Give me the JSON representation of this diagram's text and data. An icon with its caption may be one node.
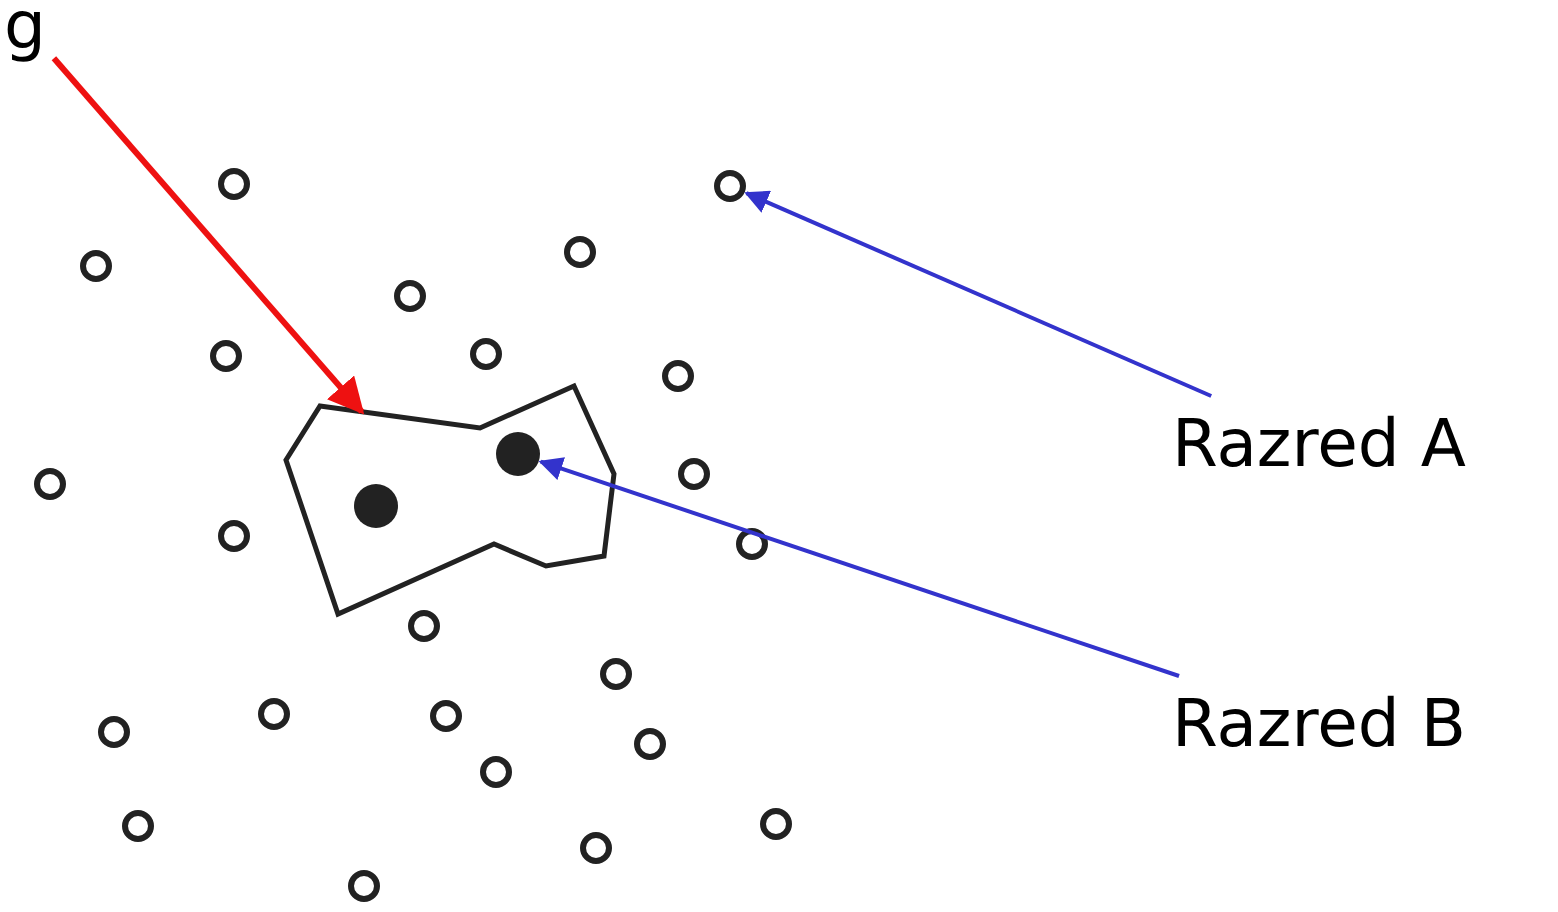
{
  "diagram": {
    "nodes": [
      {
        "text": [
          "g"
        ]
      },
      {
        "text": [],
        "shape": "polygon"
      },
      {
        "text": [
          "Razred A"
        ]
      },
      {
        "text": [],
        "shape": "circle"
      },
      {
        "text": [
          "Razred B"
        ]
      },
      {
        "text": [],
        "shape": "circle",
        "in": 1
      }
    ],
    "edges": [
      {
        "from": 0,
        "to": 1,
        "arrow": "to",
        "color": "#ee1111"
      },
      {
        "from": 2,
        "to": 3,
        "arrow": "to"
      },
      {
        "from": 4,
        "to": 5,
        "arrow": "to"
      }
    ]
  }
}
